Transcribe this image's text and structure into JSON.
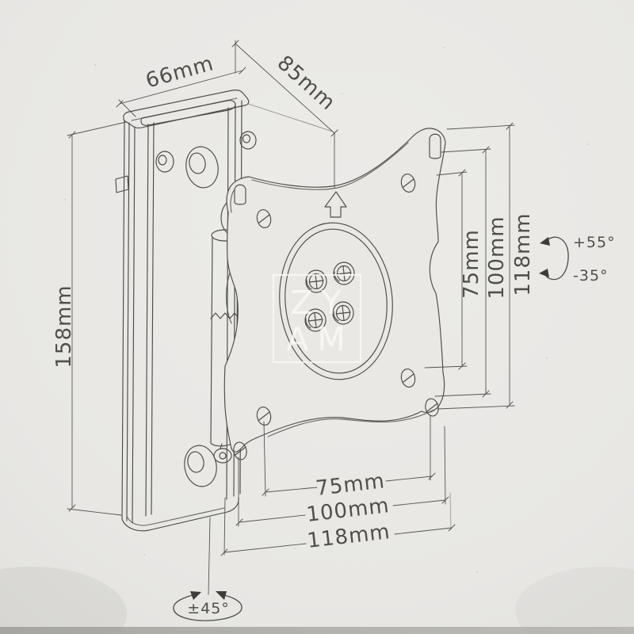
{
  "drawing": {
    "dim_top_width": "66mm",
    "dim_depth": "85mm",
    "dim_height": "158mm",
    "dims_right": [
      "75mm",
      "100mm",
      "118mm"
    ],
    "dims_bottom": [
      "75mm",
      "100mm",
      "118mm"
    ],
    "tilt_up": "+55°",
    "tilt_down": "-35°",
    "swivel": "±45°",
    "watermark_line1": "ZY",
    "watermark_line2": "AM"
  },
  "colors": {
    "paper": "#e9e8e5",
    "line": "#4c4b48",
    "dimension": "#56544f",
    "text": "#514f4a",
    "watermark": "#fbfbf8"
  }
}
